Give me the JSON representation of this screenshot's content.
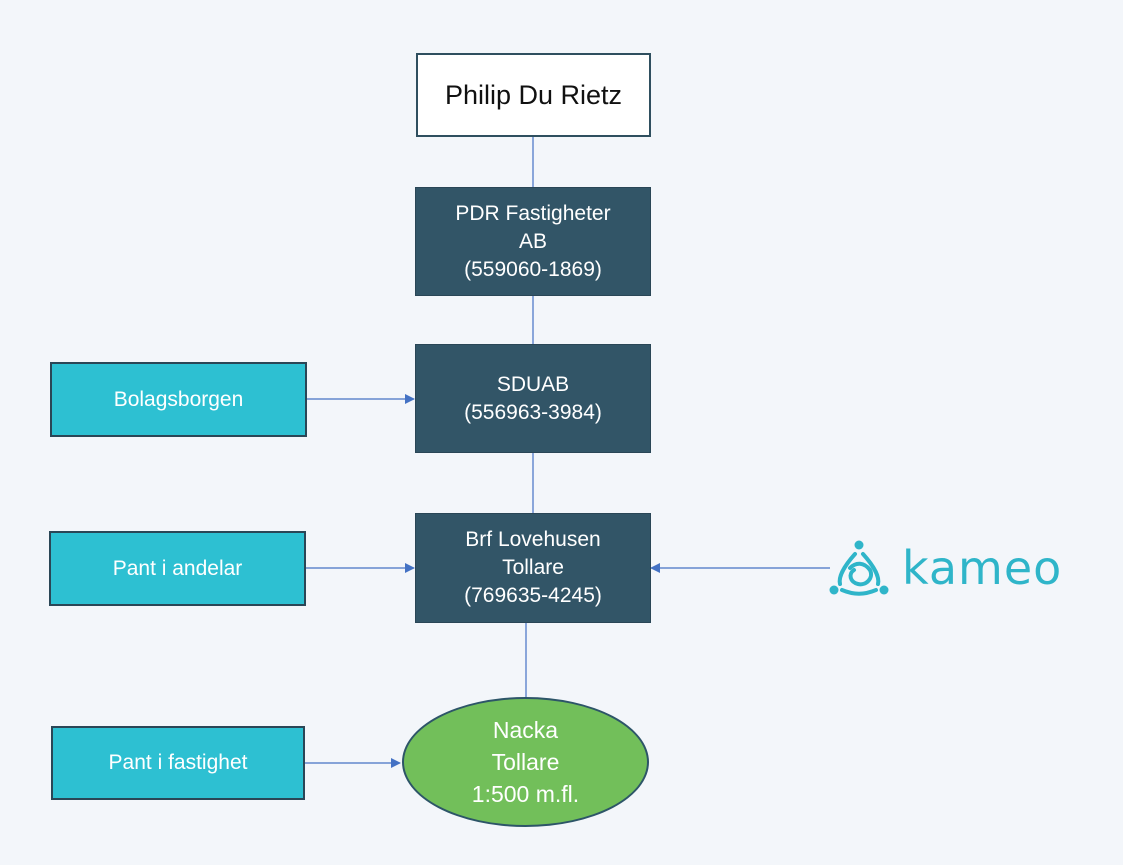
{
  "owner": {
    "label": "Philip Du Rietz"
  },
  "entities": {
    "pdr": {
      "lines": [
        "PDR Fastigheter",
        "AB",
        "(559060-1869)"
      ]
    },
    "sduab": {
      "lines": [
        "SDUAB",
        "(556963-3984)"
      ]
    },
    "brf": {
      "lines": [
        "Brf Lovehusen",
        "Tollare",
        "(769635-4245)"
      ]
    }
  },
  "collateral": {
    "bolagsborgen": "Bolagsborgen",
    "pant_andelar": "Pant i andelar",
    "pant_fastighet": "Pant i fastighet"
  },
  "property": {
    "lines": [
      "Nacka",
      "Tollare",
      "1:500 m.fl."
    ]
  },
  "lender": {
    "logo_text": "kameo",
    "logo_icon": "kameo-logo-icon",
    "brand_color": "#2fb5c9"
  },
  "colors": {
    "dark_box": "#325567",
    "cyan_box": "#2dc0d2",
    "property_fill": "#72bf5a",
    "connector": "#4472c4",
    "background": "#f3f6fa"
  }
}
